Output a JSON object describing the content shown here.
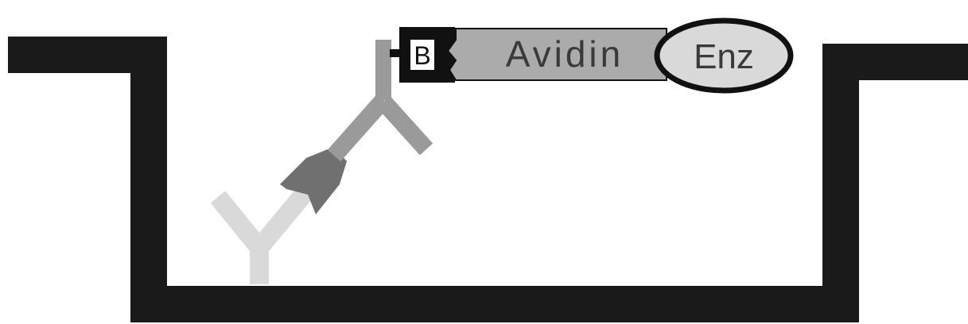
{
  "diagram": {
    "biotin_label": "B",
    "avidin_label": "Avidin",
    "enzyme_label": "Enz"
  },
  "colors": {
    "background": "#ffffff",
    "well": "#1a1a1a",
    "capture_antibody": "#d9d9d9",
    "antigen": "#707070",
    "detection_antibody": "#9a9a9a",
    "avidin": "#ababab",
    "enzyme_fill": "#d9d9d9",
    "outline": "#111111",
    "text": "#3a3a3a"
  }
}
